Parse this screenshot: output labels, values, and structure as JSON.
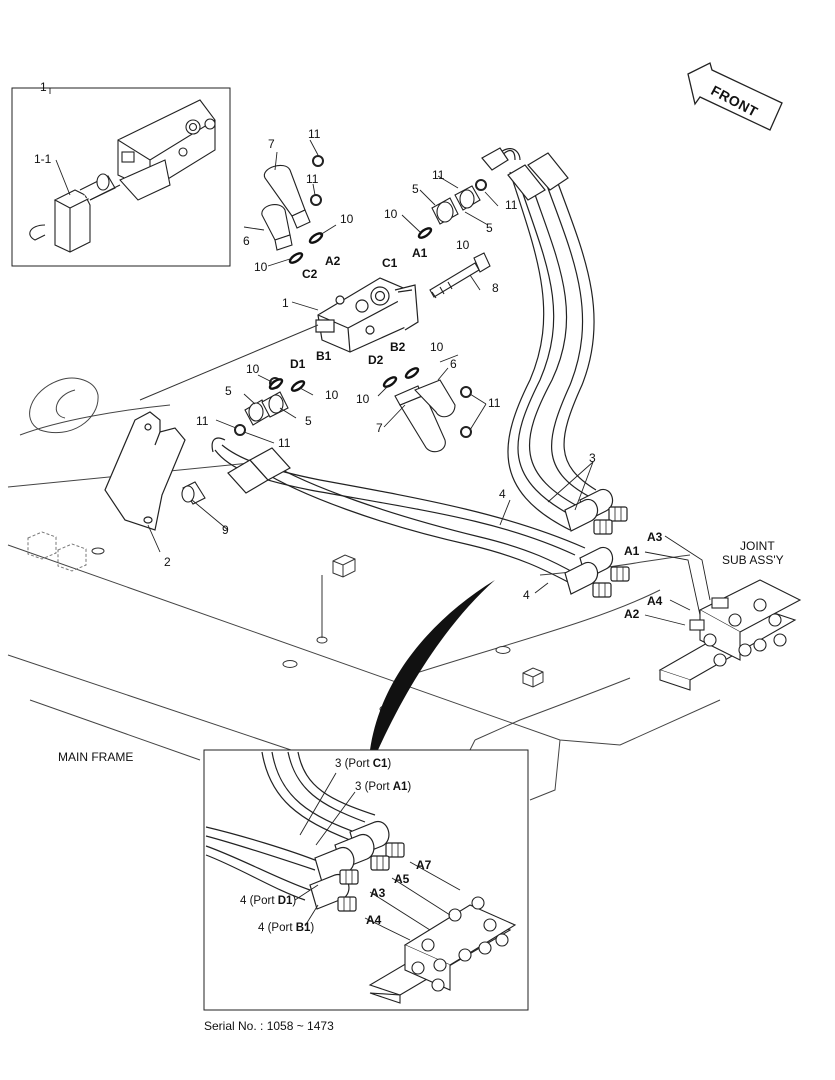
{
  "direction_label": "FRONT",
  "main_frame_label": "MAIN FRAME",
  "joint_label_line1": "JOINT",
  "joint_label_line2": "SUB ASS'Y",
  "serial_text": "Serial No. : 1058 ~ 1473",
  "callouts": {
    "inset": "1",
    "inset_sub": "1-1",
    "valve": "1",
    "bracket": "2",
    "hose_left": "3",
    "hose_middle": "4",
    "hose_lower": "4",
    "adapter_upper": "5",
    "adapter_upper_b": "5",
    "adapter_left": "5",
    "adapter_left_b": "5",
    "fitting_upper": "6",
    "fitting_lower": "6",
    "elbow_upper": "7",
    "elbow_lower": "7",
    "bolt": "8",
    "screw": "9",
    "oring_a": "10",
    "oring_b": "10",
    "oring_c": "10",
    "oring_d": "10",
    "oring_e": "10",
    "oring_f": "10",
    "oring_g": "10",
    "oring_h": "10",
    "ring_a": "11",
    "ring_b": "11",
    "ring_c": "11",
    "ring_d": "11",
    "ring_e": "11",
    "ring_f": "11",
    "ring_g": "11"
  },
  "ports": {
    "A2": "A2",
    "C1": "C1",
    "A1_top": "A1",
    "C2": "C2",
    "D1": "D1",
    "B1": "B1",
    "D2": "D2",
    "B2": "B2",
    "A3": "A3",
    "A1": "A1",
    "A4": "A4",
    "A2_right": "A2"
  },
  "detail": {
    "port_c1_prefix": "3 (Port ",
    "port_c1_bold": "C1",
    "port_a1_prefix": "3 (Port ",
    "port_a1_bold": "A1",
    "port_d1_prefix": "4 (Port ",
    "port_d1_bold": "D1",
    "port_b1_prefix": "4 (Port ",
    "port_b1_bold": "B1",
    "close": ")",
    "A7": "A7",
    "A5": "A5",
    "A3": "A3",
    "A4": "A4"
  }
}
